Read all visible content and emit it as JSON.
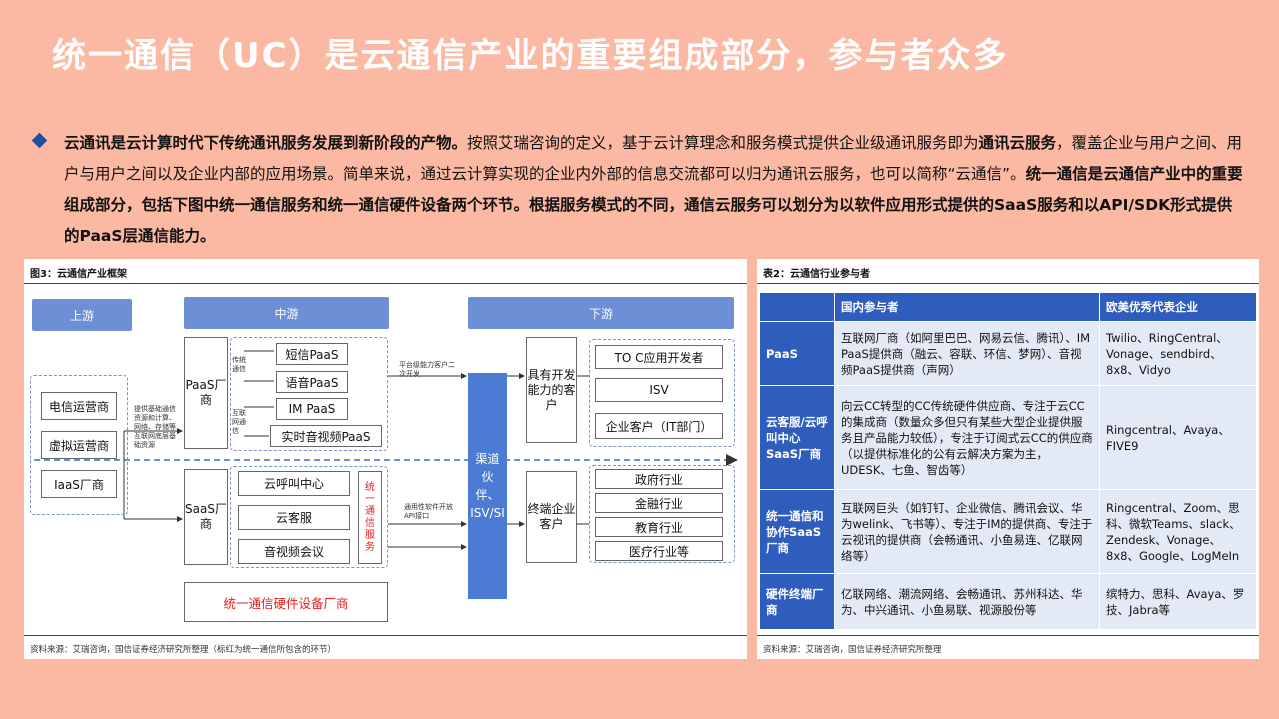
{
  "title": "统一通信（UC）是云通信产业的重要组成部分，参与者众多",
  "bullet": {
    "b1": "云通讯是云计算时代下传统通讯服务发展到新阶段的产物。",
    "t1": "按照艾瑞咨询的定义，基于云计算理念和服务模式提供企业级通讯服务即为",
    "b2": "通讯云服务",
    "t2": "，覆盖企业与用户之间、用户与用户之间以及企业内部的应用场景。简单来说，通过云计算实现的企业内外部的信息交流都可以归为通讯云服务，也可以简称“云通信”。",
    "b3": "统一通信是云通信产业中的重要组成部分，包括下图中统一通信服务和统一通信硬件设备两个环节。根据服务模式的不同，通信云服务可以划分为以软件应用形式提供的SaaS服务和以API/SDK形式提供的PaaS层通信能力。"
  },
  "figure": {
    "caption": "图3：云通信产业框架",
    "upstream": "上游",
    "midstream": "中游",
    "downstream": "下游",
    "telecom": "电信运营商",
    "virtual": "虚拟运营商",
    "iaas": "IaaS厂商",
    "up_note": "提供基础通信资源和计算、网络、存储等互联网底层基础资源",
    "paas": "PaaS厂商",
    "trad_comm": "传统通信",
    "internet_comm": "互联网通信",
    "paas_items": [
      "短信PaaS",
      "语音PaaS",
      "IM PaaS",
      "实时音视频PaaS"
    ],
    "platform_note": "平台级能力客户二次开发",
    "saas": "SaaS厂商",
    "saas_items": [
      "云呼叫中心",
      "云客服",
      "音视频会议"
    ],
    "uc_service": "统一通信服务",
    "generic_note": "通用性软件开放API接口",
    "hardware": "统一通信硬件设备厂商",
    "channel": "渠道伙伴、ISV/SI",
    "dev_cust": "具有开发能力的客户",
    "end_cust": "终端企业客户",
    "dev_items": [
      "TO C应用开发者",
      "ISV",
      "企业客户（IT部门）"
    ],
    "end_items": [
      "政府行业",
      "金融行业",
      "教育行业",
      "医疗行业等"
    ],
    "source": "资料来源：艾瑞咨询，国信证券经济研究所整理（标红为统一通信所包含的环节）"
  },
  "table": {
    "caption": "表2：云通信行业参与者",
    "headers": [
      "",
      "国内参与者",
      "欧美优秀代表企业"
    ],
    "rows": [
      {
        "cat": "PaaS",
        "domestic": "互联网厂商（如阿里巴巴、网易云信、腾讯）、IM PaaS提供商（融云、容联、环信、梦网）、音视频PaaS提供商（声网）",
        "foreign": "Twilio、RingCentral、Vonage、sendbird、8x8、Vidyo"
      },
      {
        "cat": "云客服/云呼叫中心SaaS厂商",
        "domestic": "向云CC转型的CC传统硬件供应商、专注于云CC的集成商（数量众多但只有某些大型企业提供服务且产品能力较低），专注于订阅式云CC的供应商（以提供标准化的公有云解决方案为主，UDESK、七鱼、智齿等）",
        "foreign": "Ringcentral、Avaya、FIVE9"
      },
      {
        "cat": "统一通信和协作SaaS厂商",
        "domestic": "互联网巨头（如钉钉、企业微信、腾讯会议、华为welink、飞书等）、专注于IM的提供商、专注于云视讯的提供商（会畅通讯、小鱼易连、亿联网络等）",
        "foreign": "Ringcentral、Zoom、思科、微软Teams、slack、Zendesk、Vonage、8x8、Google、LogMeIn"
      },
      {
        "cat": "硬件终端厂商",
        "domestic": "亿联网络、潮流网络、会畅通讯、苏州科达、华为、中兴通讯、小鱼易联、视源股份等",
        "foreign": "缤特力、思科、Avaya、罗技、Jabra等"
      }
    ],
    "source": "资料来源：艾瑞咨询，国信证券经济研究所整理"
  },
  "colors": {
    "background": "#FBB9A4",
    "header_blue": "#2E5DBE",
    "light_blue": "#E4EAF5",
    "diagram_blue": "#6C8FD6",
    "highlight_red": "#E5211F"
  }
}
